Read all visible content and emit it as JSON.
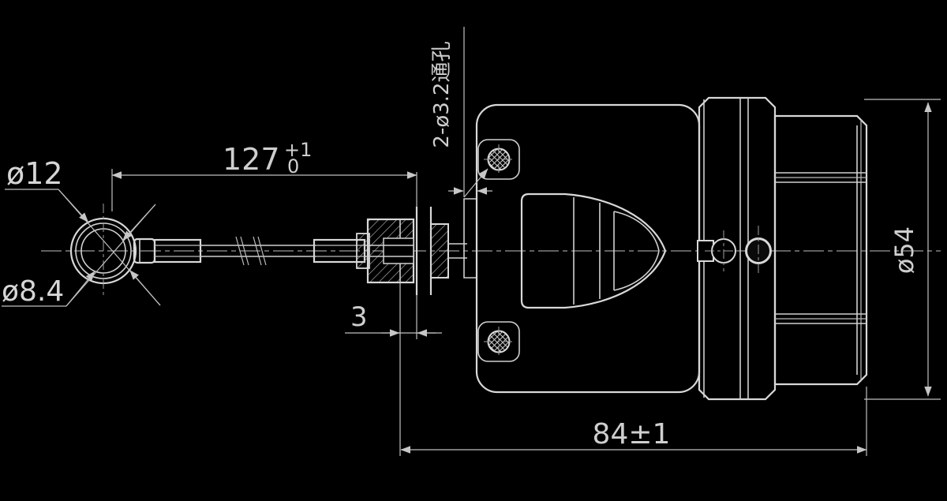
{
  "meta": {
    "background_color": "#000000",
    "line_color": "#d8d8d8",
    "dimension_color": "#c0c0c0"
  },
  "annotations": {
    "ball_outer_dia": "ø12",
    "ball_inner_dia": "ø8.4",
    "rod_length": {
      "value": "127",
      "tol_upper": "+1",
      "tol_lower": "0"
    },
    "plate_thickness": "3",
    "holes_label": "2-ø3.2通孔",
    "body_length": "84±1",
    "body_dia": "ø54"
  }
}
